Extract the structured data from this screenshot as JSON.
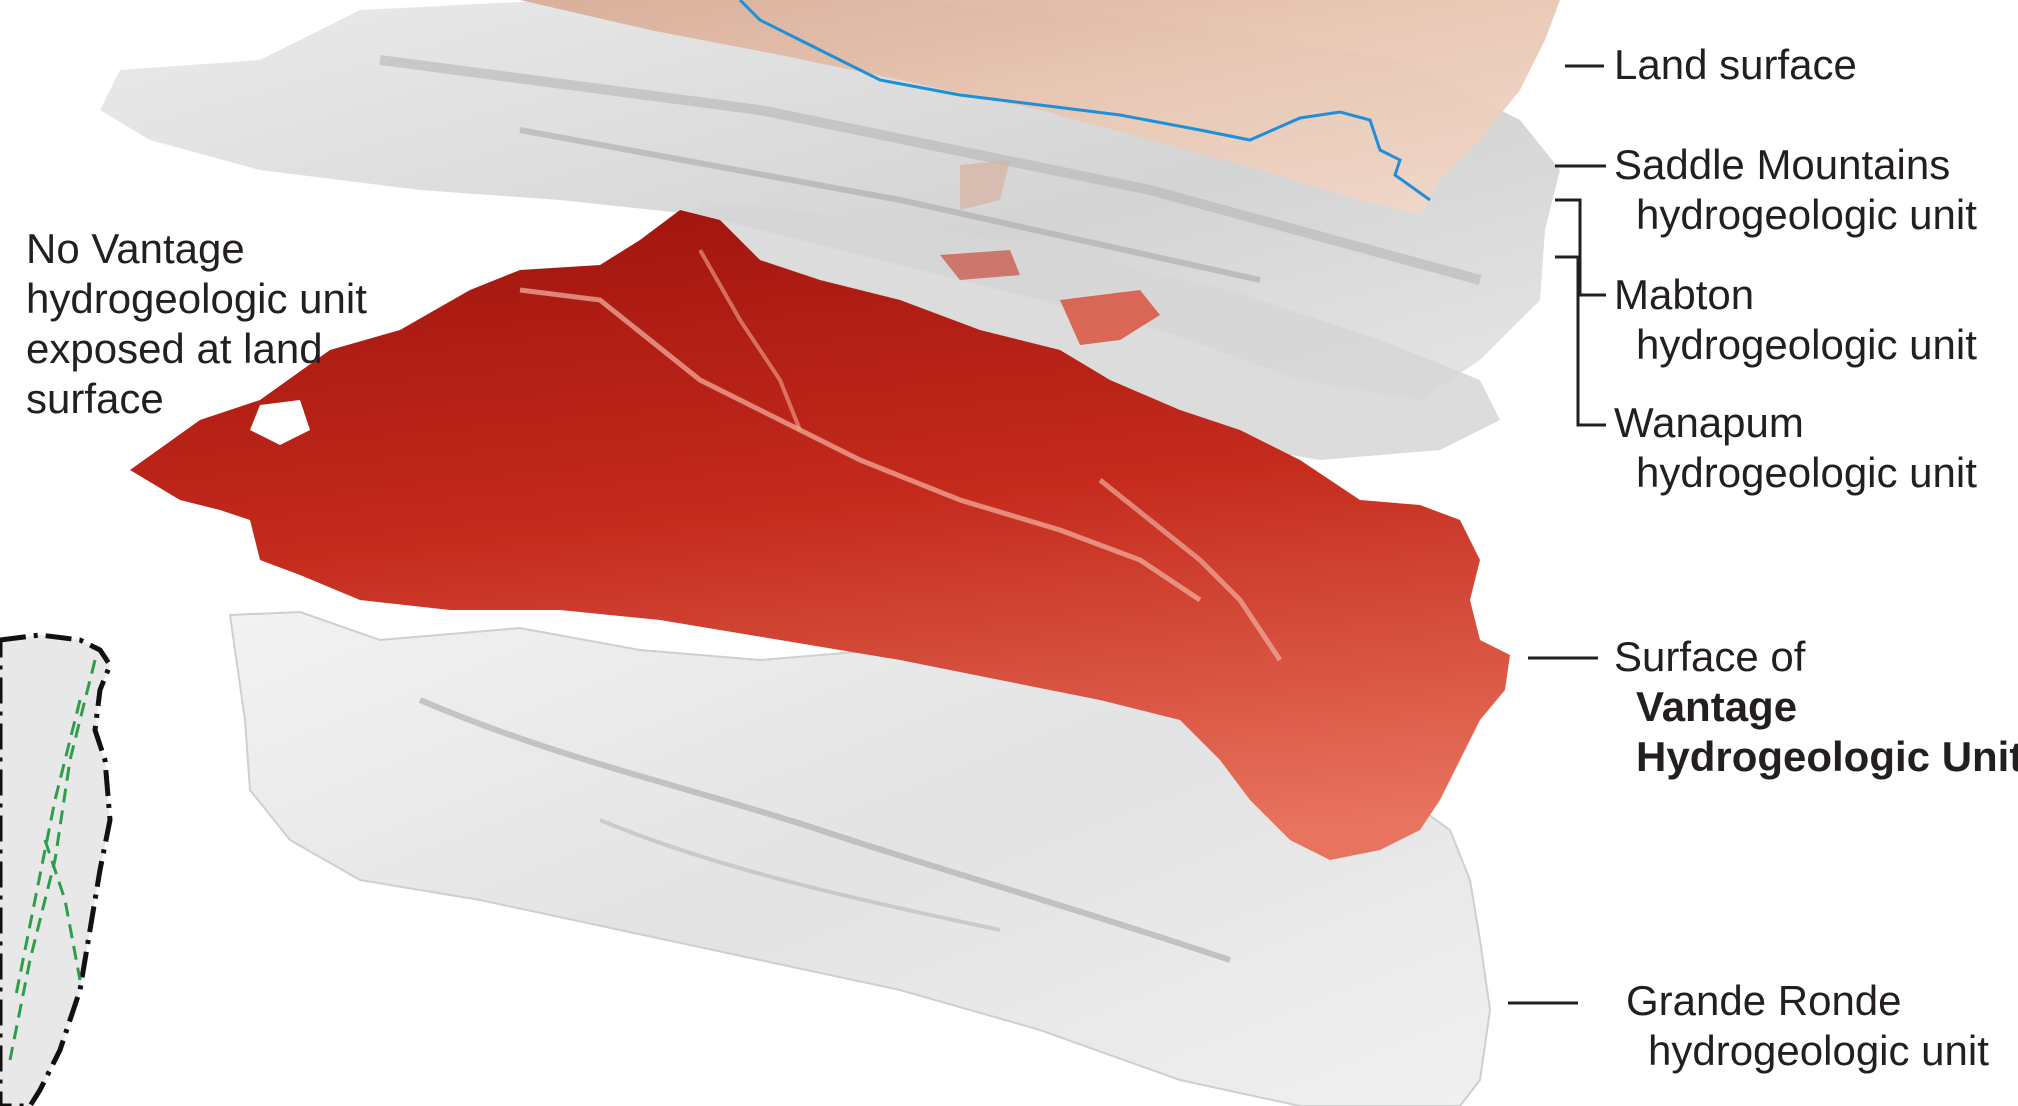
{
  "layers": [
    {
      "id": "land-surface",
      "label": [
        "Land surface"
      ],
      "color": "#e8c2ad"
    },
    {
      "id": "saddle-mountains",
      "label": [
        "Saddle Mountains",
        "hydrogeologic unit"
      ],
      "color": "#d9d9d9"
    },
    {
      "id": "mabton",
      "label": [
        "Mabton",
        "hydrogeologic unit"
      ],
      "color": "#d4d4d4"
    },
    {
      "id": "wanapum",
      "label": [
        "Wanapum",
        "hydrogeologic unit"
      ],
      "color": "#cfcfcf"
    },
    {
      "id": "vantage",
      "label": [
        "Surface of",
        "Vantage",
        "Hydrogeologic Unit"
      ],
      "color": "#c8301f"
    },
    {
      "id": "grande-ronde",
      "label": [
        "Grande Ronde",
        "hydrogeologic unit"
      ],
      "color": "#ececec"
    }
  ],
  "annotation": [
    "No Vantage",
    "hydrogeologic unit",
    "exposed at  land",
    "surface"
  ],
  "colors": {
    "river": "#1f8fd8",
    "boundary": "#111111",
    "faults": "#2e9e4a",
    "leader": "#231f20"
  }
}
